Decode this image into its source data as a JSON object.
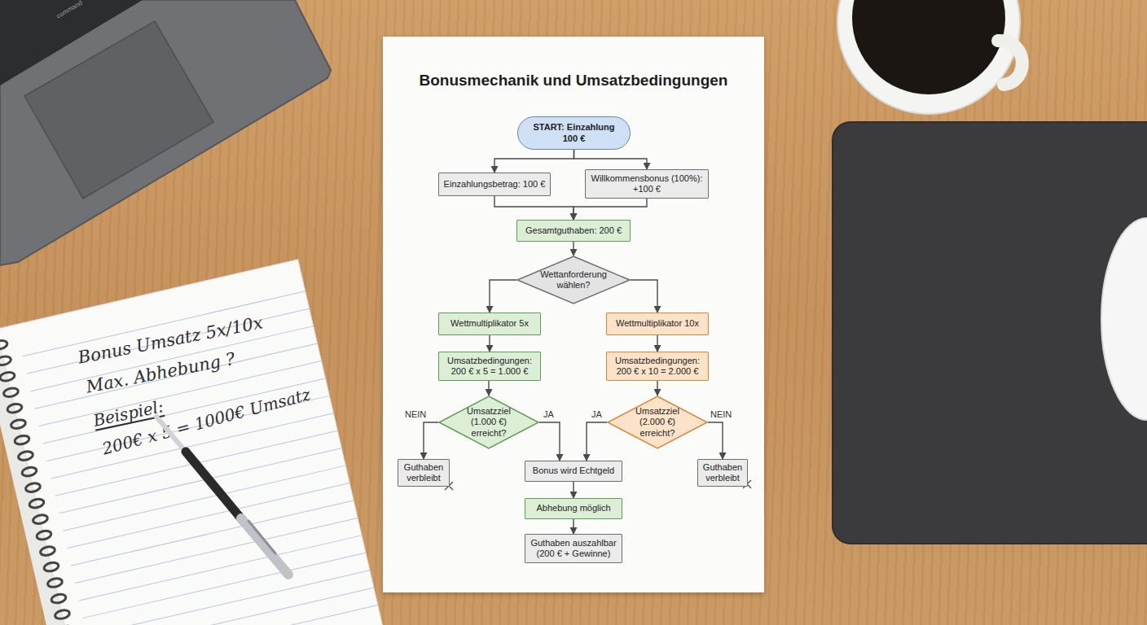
{
  "diagram": {
    "title": "Bonusmechanik und Umsatzbedingungen",
    "nodes": [
      {
        "text": [
          "START: Einzahlung 100 €"
        ]
      },
      {
        "text": [
          "Einzahlungsbetrag: 100 €"
        ]
      },
      {
        "text": [
          "Willkommensbonus (100%): +100 €"
        ]
      },
      {
        "text": [
          "Gesamtguthaben: 200 €"
        ]
      },
      {
        "text": [
          "Wettanforderung wählen?"
        ]
      },
      {
        "text": [
          "Wettmultiplikator 5x"
        ]
      },
      {
        "text": [
          "Wettmultiplikator 10x"
        ]
      },
      {
        "text": [
          "Umsatzbedingungen: 200 € x 5 = 1.000 €"
        ]
      },
      {
        "text": [
          "Umsatzbedingungen: 200 € x 10 = 2.000 €"
        ]
      },
      {
        "text": [
          "Umsatzziel (1.000 €) erreicht?"
        ]
      },
      {
        "text": [
          "Umsatzziel (2.000 €) erreicht?"
        ]
      },
      {
        "text": [
          "Guthaben verbleibt"
        ]
      },
      {
        "text": [
          "Bonus wird Echtgeld"
        ]
      },
      {
        "text": [
          "Guthaben verbleibt"
        ]
      },
      {
        "text": [
          "Abhebung möglich"
        ]
      },
      {
        "text": [
          "Guthaben auszahlbar (200 € + Gewinne)"
        ]
      }
    ],
    "edges": [
      {
        "from": 0,
        "to": 1,
        "arrow": "to"
      },
      {
        "from": 0,
        "to": 2,
        "arrow": "to"
      },
      {
        "from": 1,
        "to": 3,
        "arrow": "to"
      },
      {
        "from": 2,
        "to": 3,
        "arrow": "to"
      },
      {
        "from": 3,
        "to": 4,
        "arrow": "to"
      },
      {
        "from": 4,
        "to": 5,
        "arrow": "to"
      },
      {
        "from": 4,
        "to": 6,
        "arrow": "to"
      },
      {
        "from": 5,
        "to": 7,
        "arrow": "to"
      },
      {
        "from": 6,
        "to": 8,
        "arrow": "to"
      },
      {
        "from": 7,
        "to": 9,
        "arrow": "to"
      },
      {
        "from": 8,
        "to": 10,
        "arrow": "to"
      },
      {
        "from": 9,
        "to": 11,
        "label": "NEIN",
        "arrow": "to"
      },
      {
        "from": 9,
        "to": 12,
        "label": "JA",
        "arrow": "to"
      },
      {
        "from": 10,
        "to": 12,
        "label": "JA",
        "arrow": "to"
      },
      {
        "from": 10,
        "to": 13,
        "label": "NEIN",
        "arrow": "to"
      },
      {
        "from": 12,
        "to": 14,
        "arrow": "to"
      },
      {
        "from": 14,
        "to": 15,
        "arrow": "to"
      }
    ],
    "labels": [
      "command",
      "Bonus Umsatz 5x/10x",
      "Max. Abhebung ?",
      "Beispiel:",
      "200€ x 5 = 1000€ Umsatz"
    ]
  }
}
